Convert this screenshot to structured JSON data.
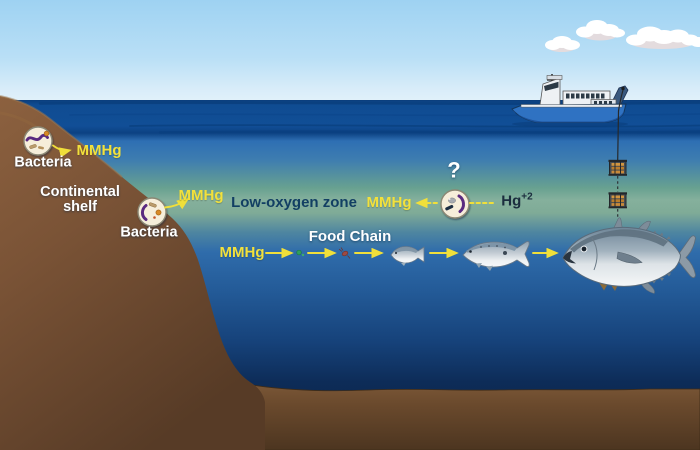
{
  "diagram": {
    "description": "Ocean mercury methylation diagram: bacteria on the continental shelf and in the low-oxygen zone convert mercury (Hg+2) to monomethylmercury (MMHg), which enters the marine food chain up to tuna; a research vessel lowers sediment traps",
    "labels": {
      "bacteria_upper": "Bacteria",
      "bacteria_lower": "Bacteria",
      "continental_shelf_line1": "Continental",
      "continental_shelf_line2": "shelf",
      "mmhg_upper": "MMHg",
      "mmhg_lower": "MMHg",
      "mmhg_foodchain": "MMHg",
      "mmhg_lowoxygen": "MMHg",
      "low_oxygen_zone": "Low-oxygen zone",
      "food_chain": "Food Chain",
      "unknown_process": "?",
      "mercury_ion_base": "Hg",
      "mercury_ion_charge": "+2"
    },
    "icons": {
      "bacteria": "bacteria-cell-icon",
      "ship": "research-vessel-icon",
      "sediment_trap": "sediment-trap-icon",
      "cloud": "cloud-icon",
      "phytoplankton": "phytoplankton-icon",
      "zooplankton": "zooplankton-icon",
      "small_fish": "small-fish-icon",
      "medium_fish": "medium-fish-icon",
      "tuna": "tuna-icon"
    },
    "colors": {
      "sky_top": "#9ed2f2",
      "sky_horizon": "#e3f2fb",
      "surface_band_blue": "#114e96",
      "low_oxygen_band_green": "#85b09c",
      "deep_water_navy": "#091f3f",
      "land_brown": "#7a5336",
      "seafloor_brown": "#6b4a2d",
      "arrow_yellow": "#f0df3a",
      "mmhg_text_yellow": "#f2e13c",
      "label_white": "#ffffff",
      "low_oxygen_text": "#123f63",
      "hg_text": "#1b2d3e",
      "bacteria_circle_fill": "#f6eeda",
      "bacteria_purple": "#5a2b80",
      "ship_hull_blue": "#2f72c2"
    }
  }
}
